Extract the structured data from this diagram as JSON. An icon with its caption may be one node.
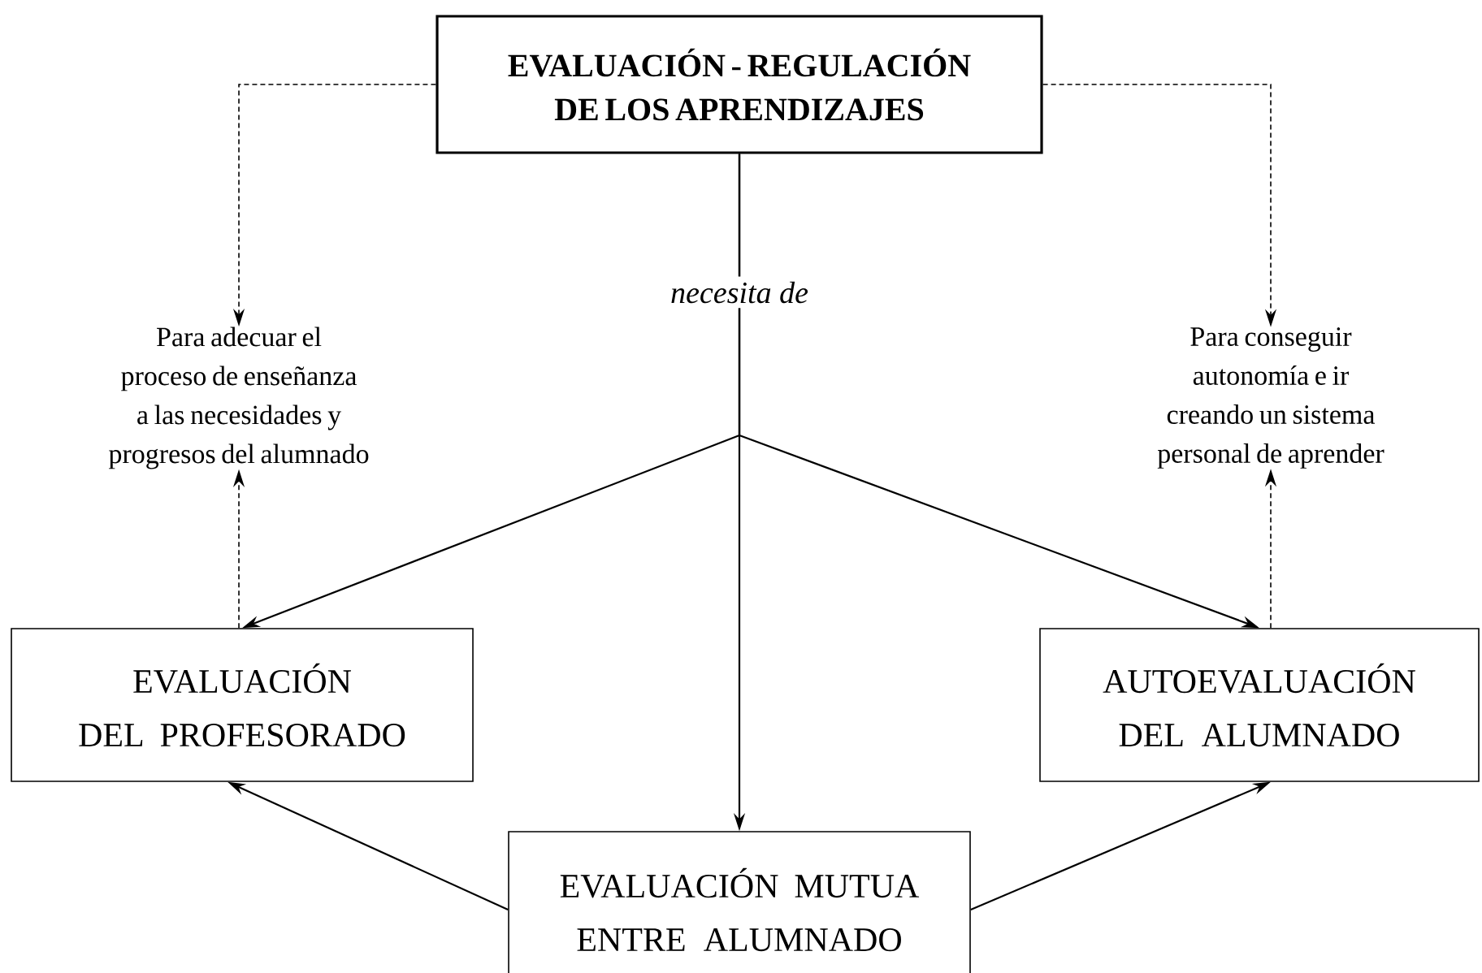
{
  "diagram": {
    "nodes": [
      {
        "text": [
          "EVALUACIÓN - REGULACIÓN DE LOS APRENDIZAJES"
        ]
      },
      {
        "text": [
          "Para adecuar el proceso de enseñanza a las necesidades y progresos del alumnado"
        ]
      },
      {
        "text": [
          "Para conseguir autonomía e ir creando un sistema personal de aprender"
        ]
      },
      {
        "text": [
          "EVALUACIÓN DEL PROFESORADO"
        ]
      },
      {
        "text": [
          "AUTOEVALUACIÓN DEL ALUMNADO"
        ]
      },
      {
        "text": [
          "EVALUACIÓN MUTUA ENTRE ALUMNADO"
        ]
      }
    ],
    "edges": [
      {
        "from": 0,
        "to": 1,
        "arrow": "to",
        "style": "dashed"
      },
      {
        "from": 0,
        "to": 2,
        "arrow": "to",
        "style": "dashed"
      },
      {
        "from": 3,
        "to": 1,
        "arrow": "to",
        "style": "dashed"
      },
      {
        "from": 4,
        "to": 2,
        "arrow": "to",
        "style": "dashed"
      },
      {
        "from": 0,
        "to": 3,
        "arrow": "to"
      },
      {
        "from": 0,
        "to": 4,
        "arrow": "to"
      },
      {
        "from": 0,
        "to": 5,
        "arrow": "to",
        "label": "necesita de"
      },
      {
        "from": 5,
        "to": 3,
        "arrow": "to"
      },
      {
        "from": 5,
        "to": 4,
        "arrow": "to"
      }
    ]
  }
}
